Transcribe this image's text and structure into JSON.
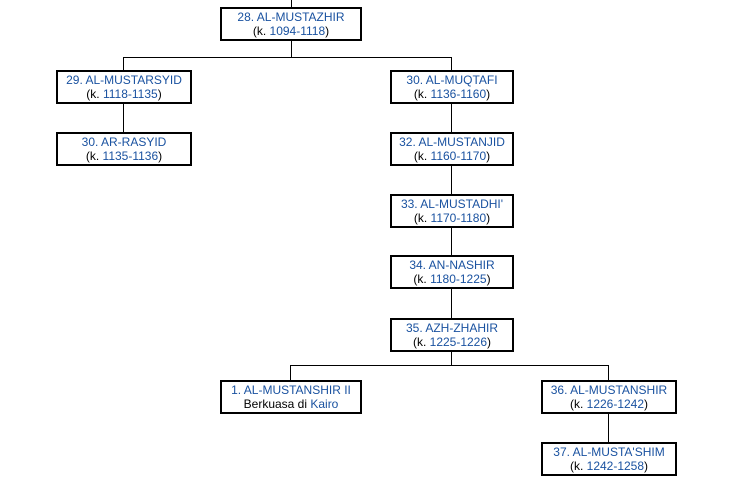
{
  "colors": {
    "link": "#1a52a0",
    "text": "#000000",
    "border": "#000000",
    "background": "#ffffff"
  },
  "nodes": {
    "mustazhir": {
      "name": "28. AL-MUSTAZHIR",
      "reign_prefix": "(k. ",
      "reign_years": "1094-1118",
      "reign_suffix": ")"
    },
    "mustarsyid": {
      "name": "29. AL-MUSTARSYID",
      "reign_prefix": "(k. ",
      "reign_years": "1118-1135",
      "reign_suffix": ")"
    },
    "rasyid": {
      "name": "30. AR-RASYID",
      "reign_prefix": "(k. ",
      "reign_years": "1135-1136",
      "reign_suffix": ")"
    },
    "muqtafi": {
      "name": "30. AL-MUQTAFI",
      "reign_prefix": "(k. ",
      "reign_years": "1136-1160",
      "reign_suffix": ")"
    },
    "mustanjid": {
      "name": "32. AL-MUSTANJID",
      "reign_prefix": "(k. ",
      "reign_years": "1160-1170",
      "reign_suffix": ")"
    },
    "mustadhi": {
      "name": "33. AL-MUSTADHI'",
      "reign_prefix": "(k. ",
      "reign_years": "1170-1180",
      "reign_suffix": ")"
    },
    "nashir": {
      "name": "34. AN-NASHIR",
      "reign_prefix": "(k. ",
      "reign_years": "1180-1225",
      "reign_suffix": ")"
    },
    "zhahir": {
      "name": "35. AZH-ZHAHIR",
      "reign_prefix": "(k. ",
      "reign_years": "1225-1226",
      "reign_suffix": ")"
    },
    "mustanshir2": {
      "name": "1. AL-MUSTANSHIR II",
      "reign_prefix": "Berkuasa di ",
      "reign_years": "Kairo",
      "reign_suffix": ""
    },
    "mustanshir": {
      "name": "36. AL-MUSTANSHIR",
      "reign_prefix": "(k. ",
      "reign_years": "1226-1242",
      "reign_suffix": ")"
    },
    "mustashim": {
      "name": "37. AL-MUSTA'SHIM",
      "reign_prefix": "(k. ",
      "reign_years": "1242-1258",
      "reign_suffix": ")"
    }
  }
}
